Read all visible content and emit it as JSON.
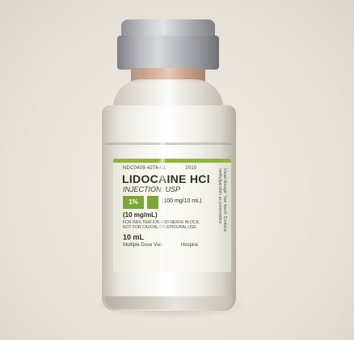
{
  "label": {
    "ndc": "NDC0409-4276-01",
    "year": "2010",
    "title": "LIDOCAINE HCl",
    "form": "INJECTION, USP",
    "percent": "1%",
    "dose": "(100 mg/10 mL)",
    "concentration": "(10 mg/mL)",
    "warning": "FOR INFILTRATION AND NERVE BLOCK. NOT FOR CAUDAL OR EPIDURAL USE.",
    "volume": "10 mL",
    "vial_type": "Multiple Dose Vial",
    "manufacturer": "Hospira",
    "side_text": "Usual dosage: See insert. Contains methylparaben as preservative."
  },
  "colors": {
    "label_accent": "#7da63a",
    "cap": "#b9bac0"
  }
}
